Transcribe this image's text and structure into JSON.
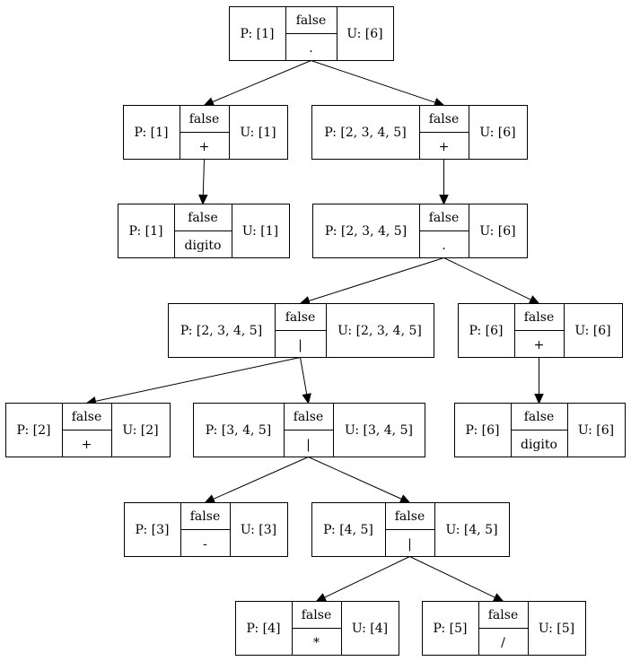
{
  "nodes": [
    {
      "id": "n1",
      "p": "P: [1]",
      "flag": "false",
      "sym": ".",
      "u": "U: [6]"
    },
    {
      "id": "n2",
      "p": "P: [1]",
      "flag": "false",
      "sym": "+",
      "u": "U: [1]"
    },
    {
      "id": "n3",
      "p": "P: [2, 3, 4, 5]",
      "flag": "false",
      "sym": "+",
      "u": "U: [6]"
    },
    {
      "id": "n4",
      "p": "P: [1]",
      "flag": "false",
      "sym": "digito",
      "u": "U: [1]"
    },
    {
      "id": "n5",
      "p": "P: [2, 3, 4, 5]",
      "flag": "false",
      "sym": ".",
      "u": "U: [6]"
    },
    {
      "id": "n6",
      "p": "P: [2, 3, 4, 5]",
      "flag": "false",
      "sym": "|",
      "u": "U: [2, 3, 4, 5]"
    },
    {
      "id": "n7",
      "p": "P: [6]",
      "flag": "false",
      "sym": "+",
      "u": "U: [6]"
    },
    {
      "id": "n8",
      "p": "P: [2]",
      "flag": "false",
      "sym": "+",
      "u": "U: [2]"
    },
    {
      "id": "n9",
      "p": "P: [3, 4, 5]",
      "flag": "false",
      "sym": "|",
      "u": "U: [3, 4, 5]"
    },
    {
      "id": "n10",
      "p": "P: [6]",
      "flag": "false",
      "sym": "digito",
      "u": "U: [6]"
    },
    {
      "id": "n11",
      "p": "P: [3]",
      "flag": "false",
      "sym": "-",
      "u": "U: [3]"
    },
    {
      "id": "n12",
      "p": "P: [4, 5]",
      "flag": "false",
      "sym": "|",
      "u": "U: [4, 5]"
    },
    {
      "id": "n13",
      "p": "P: [4]",
      "flag": "false",
      "sym": "*",
      "u": "U: [4]"
    },
    {
      "id": "n14",
      "p": "P: [5]",
      "flag": "false",
      "sym": "/",
      "u": "U: [5]"
    }
  ],
  "edges": [
    {
      "from": "n1",
      "to": "n2"
    },
    {
      "from": "n1",
      "to": "n3"
    },
    {
      "from": "n2",
      "to": "n4"
    },
    {
      "from": "n3",
      "to": "n5"
    },
    {
      "from": "n5",
      "to": "n6"
    },
    {
      "from": "n5",
      "to": "n7"
    },
    {
      "from": "n6",
      "to": "n8"
    },
    {
      "from": "n6",
      "to": "n9"
    },
    {
      "from": "n7",
      "to": "n10"
    },
    {
      "from": "n9",
      "to": "n11"
    },
    {
      "from": "n9",
      "to": "n12"
    },
    {
      "from": "n12",
      "to": "n13"
    },
    {
      "from": "n12",
      "to": "n14"
    }
  ]
}
